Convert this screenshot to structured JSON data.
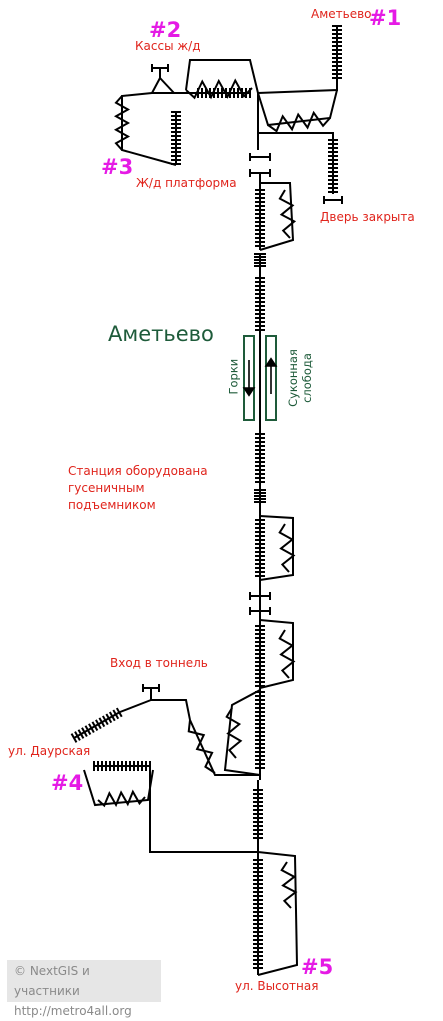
{
  "station_name": "Аметьево",
  "platforms": {
    "left": "Горки",
    "right": "Суконная слобода"
  },
  "equipment_note": "Станция оборудована гусеничным подъемником",
  "entrances": [
    {
      "number": "#1",
      "label": "Аметьево"
    },
    {
      "number": "#2",
      "label": "Кассы ж/д"
    },
    {
      "number": "#3",
      "label": "Ж/д платформа"
    },
    {
      "number": "#4",
      "label": "ул. Даурская"
    },
    {
      "number": "#5",
      "label": "ул. Высотная"
    }
  ],
  "labels": {
    "door_closed": "Дверь закрыта",
    "tunnel_entrance": "Вход в тоннель"
  },
  "copyright": {
    "line1": "© NextGIS и участники",
    "line2": "http://metro4all.org"
  },
  "colors": {
    "route": "#000000",
    "label": "#e0241c",
    "entrance_number": "#e51ae5",
    "station": "#1e5b3a"
  }
}
